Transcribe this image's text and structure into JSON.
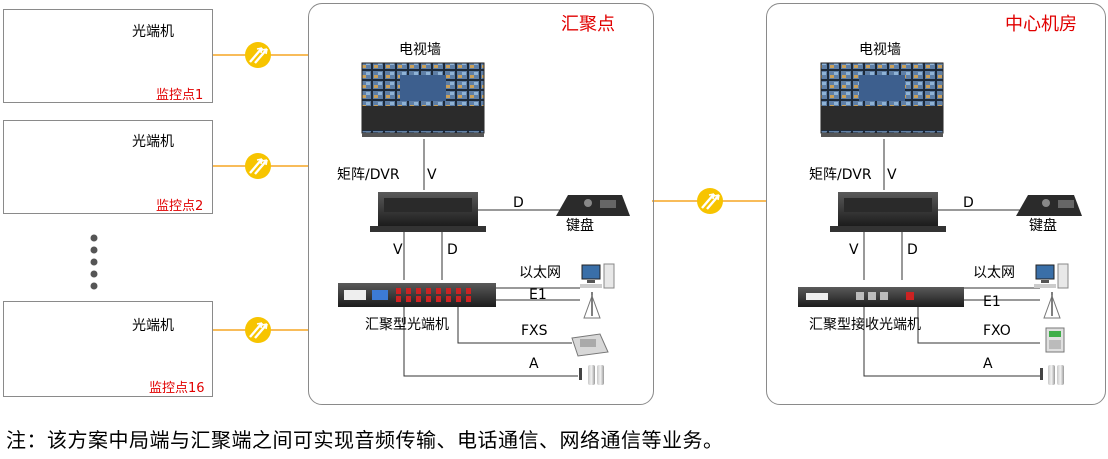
{
  "sites": [
    {
      "device_label": "光端机",
      "site_label": "监控点1"
    },
    {
      "device_label": "光端机",
      "site_label": "监控点2"
    },
    {
      "device_label": "光端机",
      "site_label": "监控点16"
    }
  ],
  "aggregation": {
    "title": "汇聚点",
    "tv_wall": "电视墙",
    "matrix": "矩阵/DVR",
    "v_label": "V",
    "d_label": "D",
    "keyboard": "键盘",
    "device": "汇聚型光端机",
    "ethernet": "以太网",
    "e1": "E1",
    "phone_iface": "FXS",
    "audio": "A"
  },
  "center": {
    "title": "中心机房",
    "tv_wall": "电视墙",
    "matrix": "矩阵/DVR",
    "v_label": "V",
    "d_label": "D",
    "keyboard": "键盘",
    "device": "汇聚型接收光端机",
    "ethernet": "以太网",
    "e1": "E1",
    "phone_iface": "FXO",
    "audio": "A"
  },
  "note": "注：该方案中局端与汇聚端之间可实现音频传输、电话通信、网络通信等业务。",
  "colors": {
    "fiber": "#f5a623",
    "fiber_icon": "#f7c400",
    "title": "#e10000"
  }
}
